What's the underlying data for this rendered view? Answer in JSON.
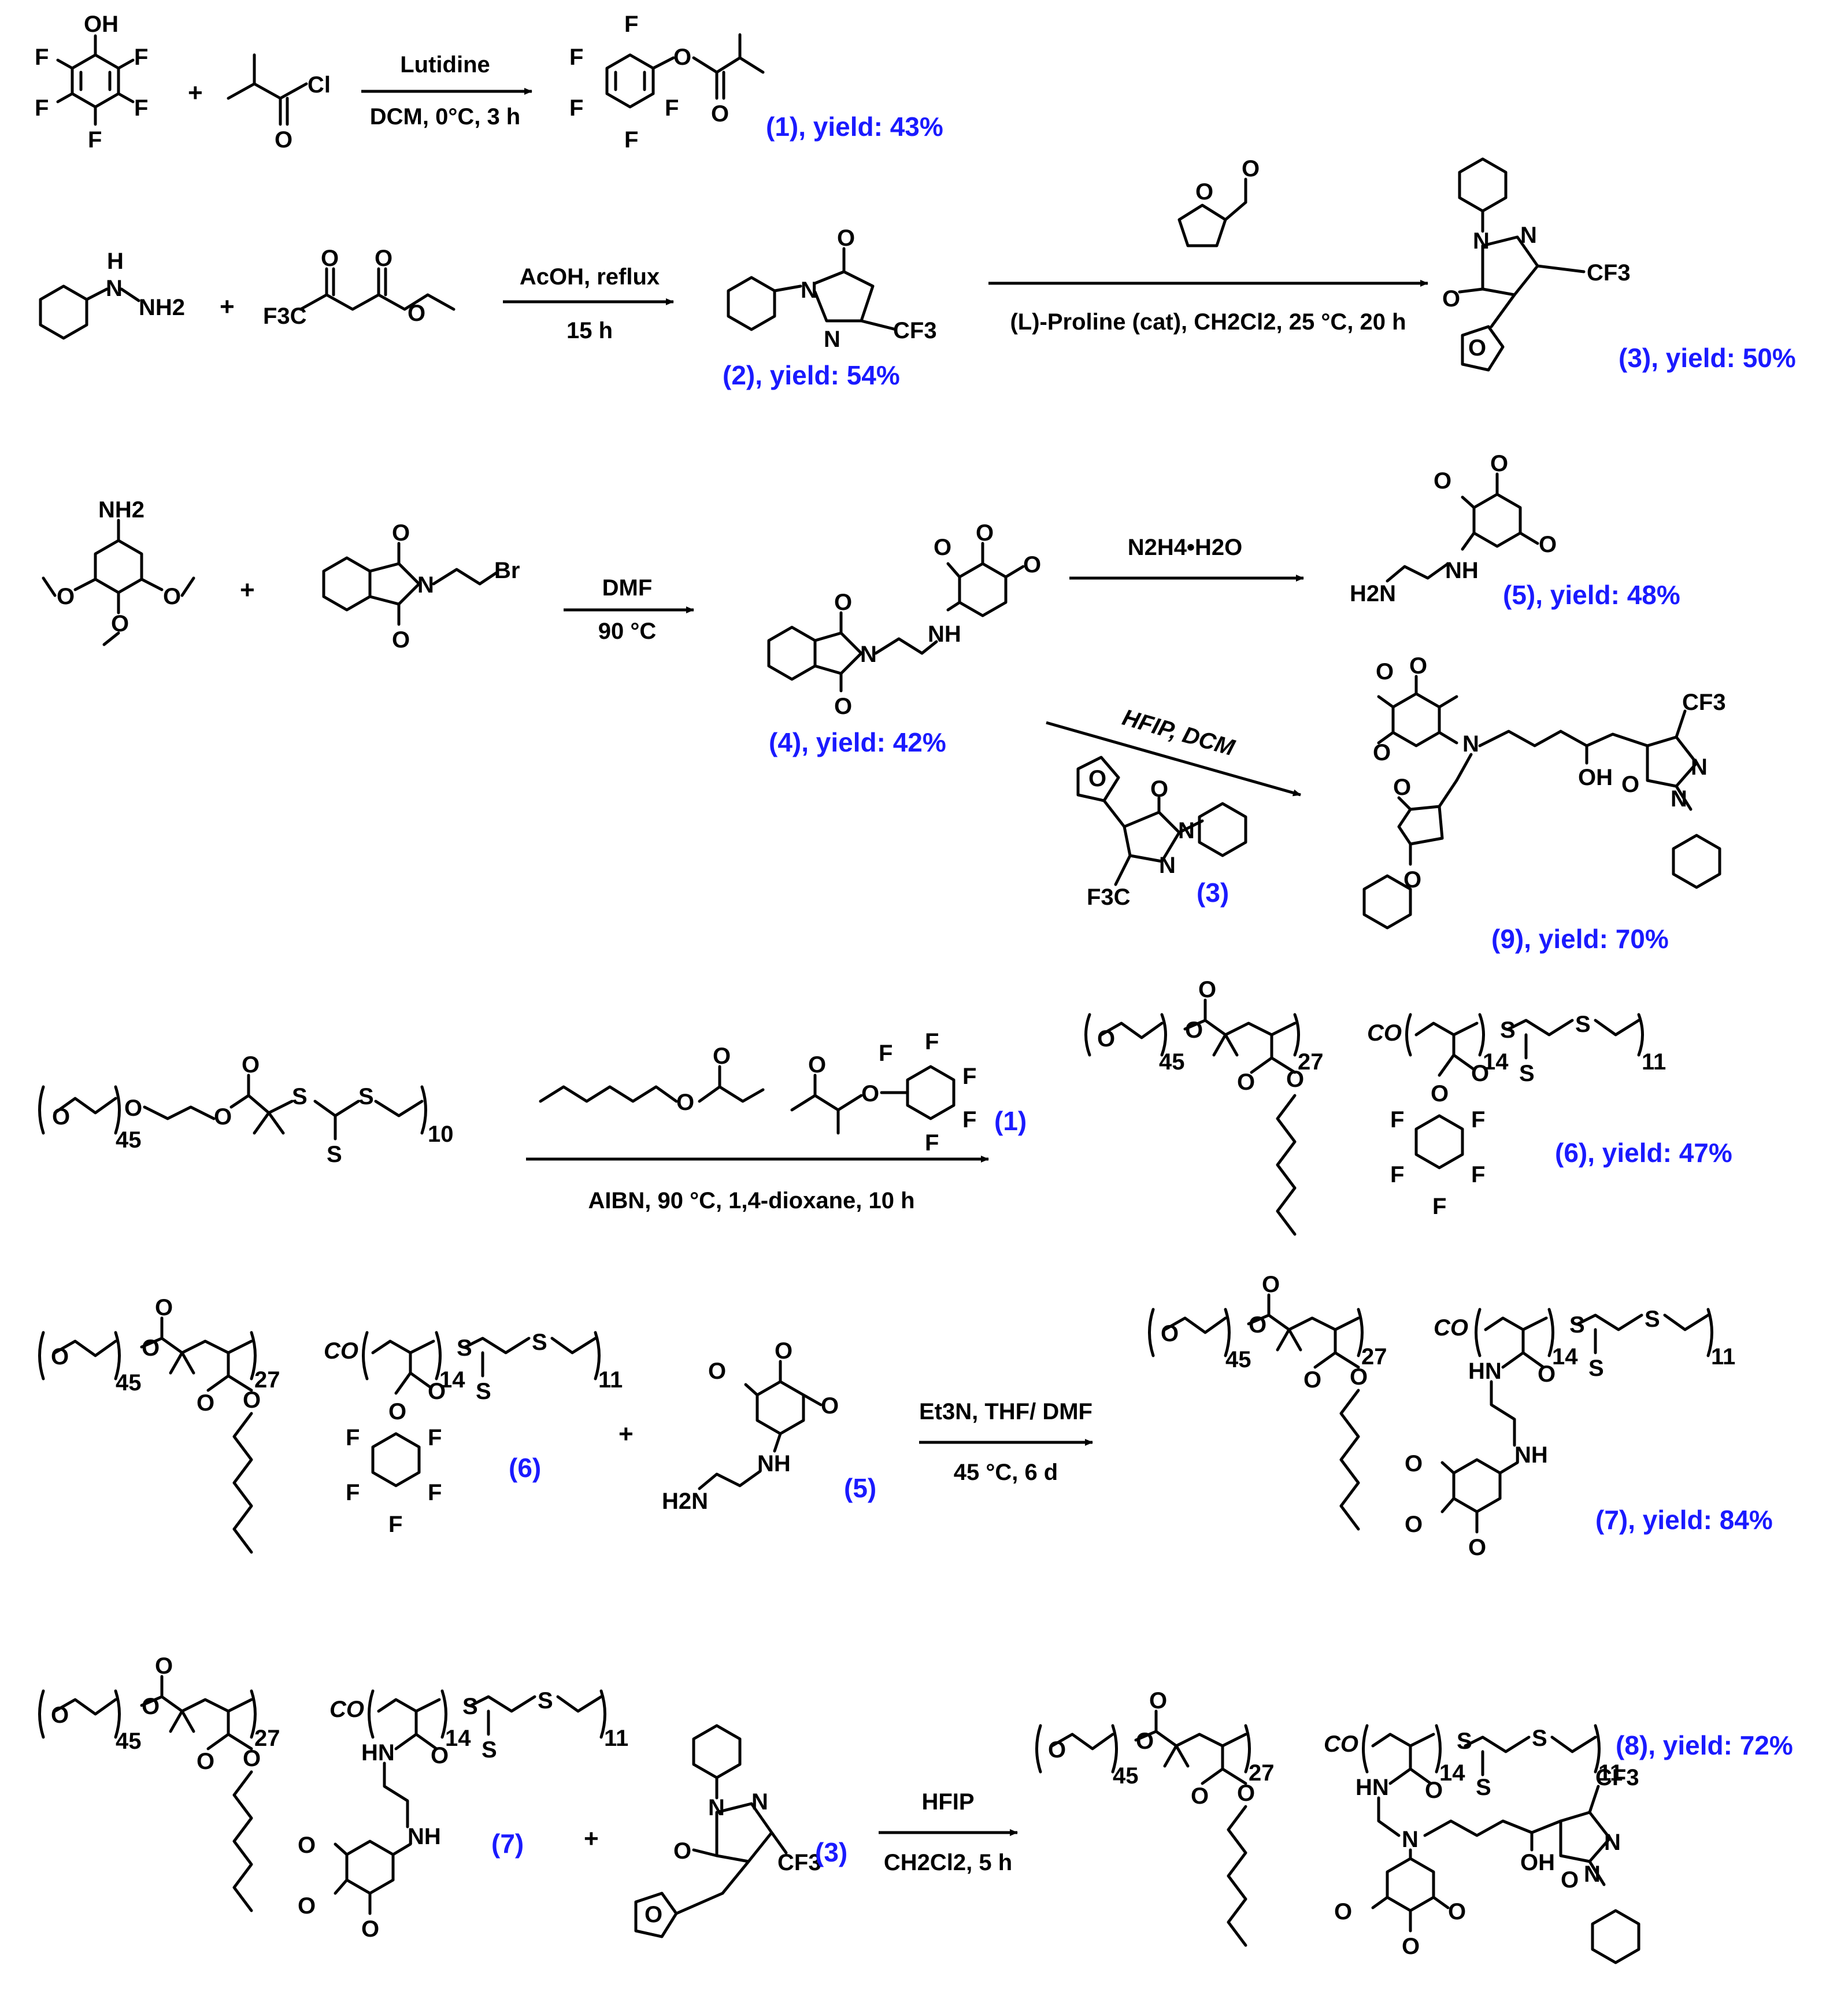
{
  "steps": [
    {
      "id": "r1",
      "reagent_lines": [
        "Lutidine",
        "DCM, 0°C, 3 h"
      ],
      "product_label": "(1), yield: 43%",
      "reactant_atoms": [
        "OH",
        "F",
        "F",
        "F",
        "F",
        "F",
        "Cl",
        "O"
      ],
      "product_atoms": [
        "F",
        "F",
        "F",
        "F",
        "F",
        "O",
        "O"
      ]
    },
    {
      "id": "r2",
      "reagent_lines": [
        "AcOH, reflux",
        "15 h"
      ],
      "product_label": "(2), yield: 54%",
      "reactant_atoms": [
        "H",
        "N",
        "NH2",
        "O",
        "O",
        "O",
        "F3C"
      ],
      "product_atoms": [
        "O",
        "N",
        "N",
        "CF3"
      ]
    },
    {
      "id": "r3",
      "reagent_lines": [
        "(L)-Proline (cat), CH2Cl2, 25 °C, 20 h"
      ],
      "product_label": "(3), yield: 50%",
      "reagent_atoms": [
        "O",
        "O"
      ],
      "product_atoms": [
        "N",
        "N",
        "CF3",
        "O",
        "O"
      ]
    },
    {
      "id": "r4",
      "reagent_lines": [
        "DMF",
        "90 °C"
      ],
      "product_label": "(4), yield: 42%",
      "reactant_atoms": [
        "NH2",
        "O",
        "O",
        "O",
        "O",
        "O",
        "N",
        "Br"
      ],
      "product_atoms": [
        "O",
        "O",
        "O",
        "O",
        "O",
        "N",
        "NH"
      ]
    },
    {
      "id": "r5",
      "reagent_lines": [
        "N2H4•H2O"
      ],
      "product_label": "(5), yield: 48%",
      "product_atoms": [
        "O",
        "O",
        "O",
        "H2N",
        "NH"
      ]
    },
    {
      "id": "r9",
      "reagent_lines": [
        "HFIP, DCM"
      ],
      "reagent_compound_label": "(3)",
      "product_label": "(9), yield: 70%",
      "reagent_atoms": [
        "O",
        "O",
        "N",
        "N",
        "F3C"
      ],
      "product_atoms": [
        "O",
        "O",
        "O",
        "N",
        "OH",
        "CF3",
        "N",
        "N",
        "O",
        "O",
        "O"
      ]
    },
    {
      "id": "r6",
      "reagent_lines": [
        "AIBN, 90 °C, 1,4-dioxane, 10 h"
      ],
      "monomer_label": "(1)",
      "product_label": "(6), yield: 47%",
      "reactant_text": [
        "O",
        "O",
        "45",
        "O",
        "O",
        "S",
        "S",
        "S",
        "10"
      ],
      "monomer_atoms": [
        "O",
        "O",
        "O",
        "O",
        "F",
        "F",
        "F",
        "F",
        "F"
      ],
      "product_text": [
        "O",
        "O",
        "O",
        "45",
        "27",
        "CO",
        "14",
        "S",
        "S",
        "S",
        "11",
        "O",
        "O",
        "O",
        "O",
        "F",
        "F",
        "F",
        "F",
        "F"
      ]
    },
    {
      "id": "r7",
      "reagent_lines": [
        "Et3N, THF/ DMF",
        "45 °C, 6 d"
      ],
      "reactant_labels": [
        "(6)",
        "(5)"
      ],
      "product_label": "(7), yield: 84%",
      "reactant_text": [
        "O",
        "O",
        "O",
        "45",
        "27",
        "CO",
        "14",
        "S",
        "S",
        "S",
        "11",
        "O",
        "O",
        "O",
        "O",
        "F",
        "F",
        "F",
        "F",
        "F"
      ],
      "amine_atoms": [
        "O",
        "O",
        "O",
        "NH",
        "H2N"
      ],
      "product_text": [
        "O",
        "O",
        "O",
        "45",
        "27",
        "CO",
        "14",
        "S",
        "S",
        "S",
        "11",
        "O",
        "O",
        "HN",
        "O",
        "NH",
        "O",
        "O",
        "O"
      ]
    },
    {
      "id": "r8",
      "reagent_lines": [
        "HFIP",
        "CH2Cl2, 5 h"
      ],
      "reactant_labels": [
        "(7)",
        "(3)"
      ],
      "product_label": "(8), yield: 72%",
      "reactant_text": [
        "O",
        "O",
        "O",
        "45",
        "27",
        "CO",
        "14",
        "S",
        "S",
        "S",
        "11",
        "O",
        "O",
        "HN",
        "O",
        "NH",
        "O",
        "O",
        "O"
      ],
      "dye_atoms": [
        "N",
        "N",
        "O",
        "CF3",
        "O"
      ],
      "product_text": [
        "O",
        "O",
        "O",
        "45",
        "27",
        "CO",
        "14",
        "S",
        "S",
        "S",
        "11",
        "O",
        "O",
        "HN",
        "O",
        "N",
        "OH",
        "CF3",
        "N",
        "N",
        "O",
        "O",
        "O",
        "O"
      ]
    }
  ],
  "plus_sign": "+",
  "colors": {
    "label": "#1a1aff",
    "ink": "#000000",
    "background": "#ffffff"
  }
}
